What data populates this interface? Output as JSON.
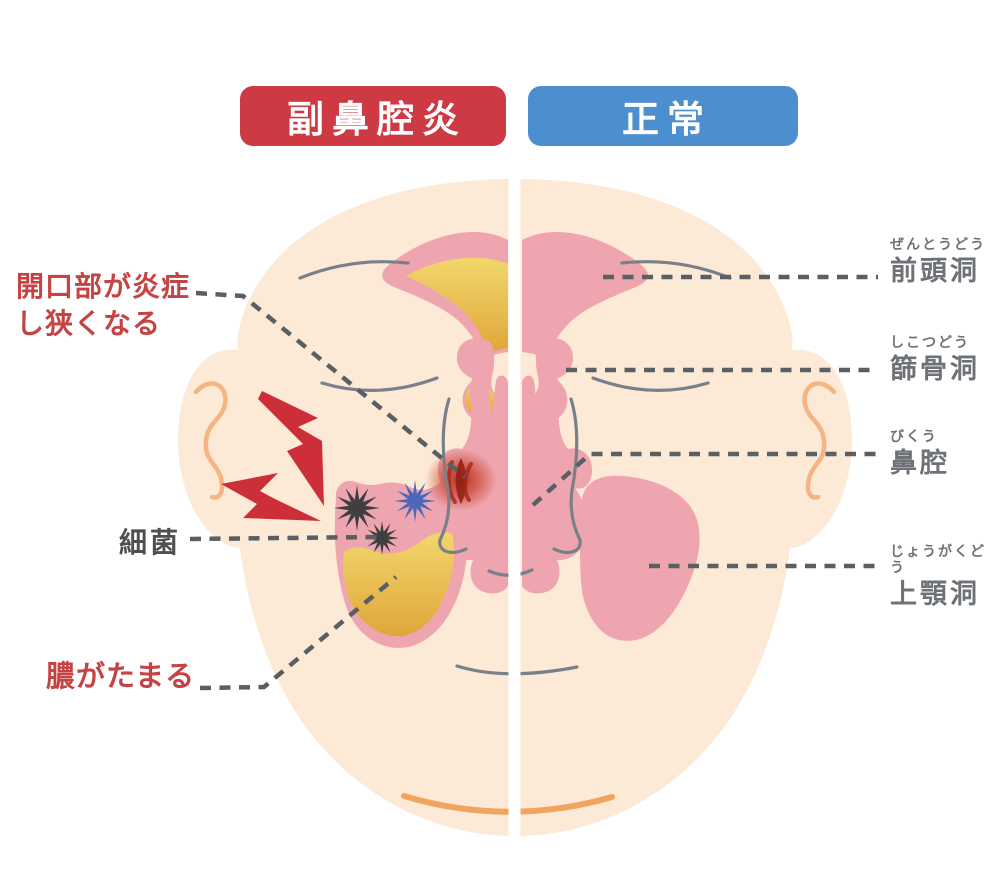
{
  "header": {
    "sinusitis_badge": {
      "label": "副鼻腔炎",
      "color": "#ce3a43"
    },
    "normal_badge": {
      "label": "正常",
      "color": "#4b8fce"
    }
  },
  "annotations": {
    "left": {
      "opening": {
        "line1": "開口部が炎症",
        "line2": "し狭くなる",
        "color": "#c54343"
      },
      "bacteria": {
        "label": "細菌",
        "color": "#4f4f4f"
      },
      "pus": {
        "label": "膿がたまる",
        "color": "#c54343"
      }
    },
    "right": [
      {
        "furigana": "ぜんとうどう",
        "label": "前頭洞"
      },
      {
        "furigana": "しこつどう",
        "label": "篩骨洞"
      },
      {
        "furigana": "びくう",
        "label": "鼻腔"
      },
      {
        "furigana": "じょうがくどう",
        "label": "上顎洞"
      }
    ],
    "right_label_color": "#6e7277"
  },
  "icons": {
    "bacteria_glyph": "✹",
    "lightning_bolt": "pain-flash"
  },
  "colors": {
    "skin": "#fcead6",
    "sinus_pink": "#efa5af",
    "pus_yellow_top": "#f2d76c",
    "pus_yellow_bottom": "#dfa63a",
    "inflammation_red": "#b02a18",
    "bolt_red": "#cc2f38",
    "dashed_line": "#595f63",
    "face_lines": "#798089",
    "bacteria_gray": "#3f3f42",
    "bacteria_blue": "#4d68b8",
    "ear_inner": "#f4b583",
    "chin_crease": "#f2a35e"
  }
}
